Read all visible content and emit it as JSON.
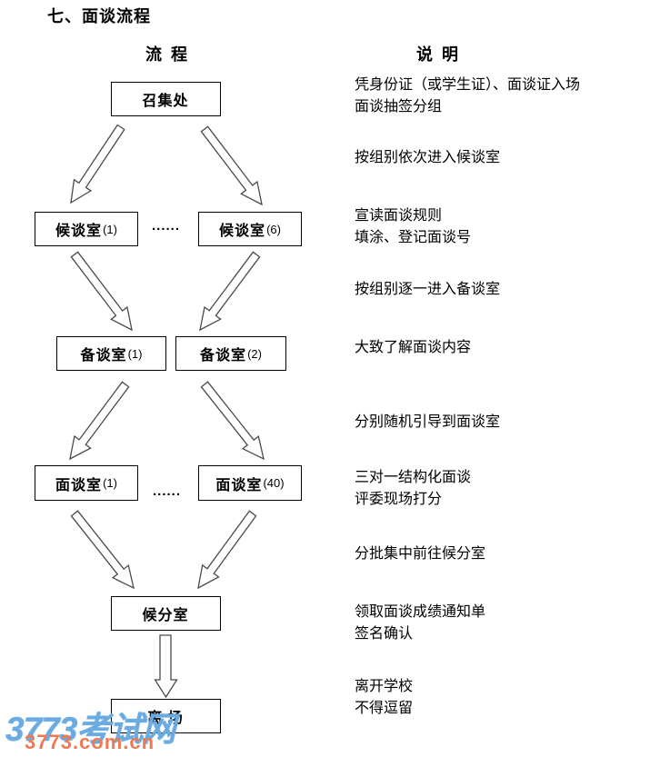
{
  "title": "七、面谈流程",
  "columns": {
    "flow_header": "流  程",
    "note_header": "说  明"
  },
  "flow": {
    "ellipsis": "......",
    "nodes": [
      {
        "id": "assembly-office",
        "label": "召集处",
        "suffix": ""
      },
      {
        "id": "waiting-talk-room-1",
        "label": "候谈室",
        "suffix": "(1)"
      },
      {
        "id": "waiting-talk-room-6",
        "label": "候谈室",
        "suffix": "(6)"
      },
      {
        "id": "prep-talk-room-1",
        "label": "备谈室",
        "suffix": "(1)"
      },
      {
        "id": "prep-talk-room-2",
        "label": "备谈室",
        "suffix": "(2)"
      },
      {
        "id": "interview-room-1",
        "label": "面谈室",
        "suffix": "(1)"
      },
      {
        "id": "interview-room-40",
        "label": "面谈室",
        "suffix": "(40)"
      },
      {
        "id": "score-waiting-room",
        "label": "候分室",
        "suffix": ""
      },
      {
        "id": "exit",
        "label": "离 场",
        "suffix": ""
      }
    ],
    "edges": [
      {
        "from": "assembly-office",
        "to": "waiting-talk-room-1"
      },
      {
        "from": "assembly-office",
        "to": "waiting-talk-room-6"
      },
      {
        "from": "waiting-talk-room-1",
        "to": "prep-talk-room-1"
      },
      {
        "from": "waiting-talk-room-6",
        "to": "prep-talk-room-2"
      },
      {
        "from": "prep-talk-room-1",
        "to": "interview-room-1"
      },
      {
        "from": "prep-talk-room-2",
        "to": "interview-room-40"
      },
      {
        "from": "interview-room-1",
        "to": "score-waiting-room"
      },
      {
        "from": "interview-room-40",
        "to": "score-waiting-room"
      },
      {
        "from": "score-waiting-room",
        "to": "exit"
      }
    ]
  },
  "notes": [
    {
      "lines": {
        "0": "凭身份证（或学生证）、面谈证入场",
        "1": "面谈抽签分组"
      }
    },
    {
      "lines": {
        "0": "按组别依次进入候谈室"
      }
    },
    {
      "lines": {
        "0": "宣读面谈规则",
        "1": "填涂、登记面谈号"
      }
    },
    {
      "lines": {
        "0": "按组别逐一进入备谈室"
      }
    },
    {
      "lines": {
        "0": "大致了解面谈内容"
      }
    },
    {
      "lines": {
        "0": "分别随机引导到面谈室"
      }
    },
    {
      "lines": {
        "0": "三对一结构化面谈",
        "1": "评委现场打分"
      }
    },
    {
      "lines": {
        "0": "分批集中前往候分室"
      }
    },
    {
      "lines": {
        "0": "领取面谈成绩通知单",
        "1": "签名确认"
      }
    },
    {
      "lines": {
        "0": "离开学校",
        "1": "不得逗留"
      }
    }
  ],
  "watermark": {
    "site_name": "3773考试网",
    "site_url": "3773.com.cn",
    "name_color": "#6aabe2",
    "url_color": "#ef7a52"
  }
}
